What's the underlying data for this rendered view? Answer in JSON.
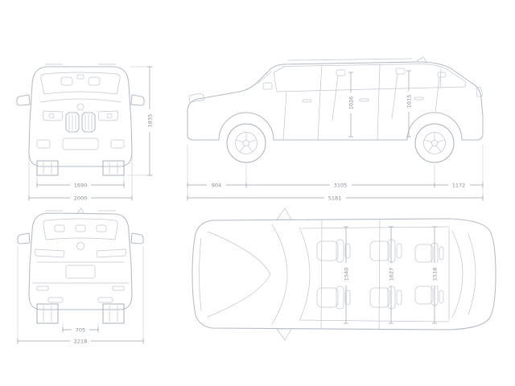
{
  "title": "vehicle-dimension-blueprint",
  "colors": {
    "background": "#ffffff",
    "line": "#b5bbc5",
    "dimension_line": "#9ba3ae",
    "label_text": "#868d98"
  },
  "drawing": {
    "front": {
      "width_track": "1690",
      "width_overall": "2000",
      "height": "1835"
    },
    "side": {
      "overhang_front": "904",
      "wheelbase": "3105",
      "overhang_rear": "1172",
      "length_overall": "5181",
      "cabin_dim_front": "1026",
      "cabin_dim_rear": "1015"
    },
    "rear": {
      "width_inner": "705",
      "width_mirrors": "2218"
    },
    "top": {
      "cabin_width_front": "1540",
      "cabin_width_middle": "1627",
      "cabin_width_rear": "1518"
    }
  }
}
